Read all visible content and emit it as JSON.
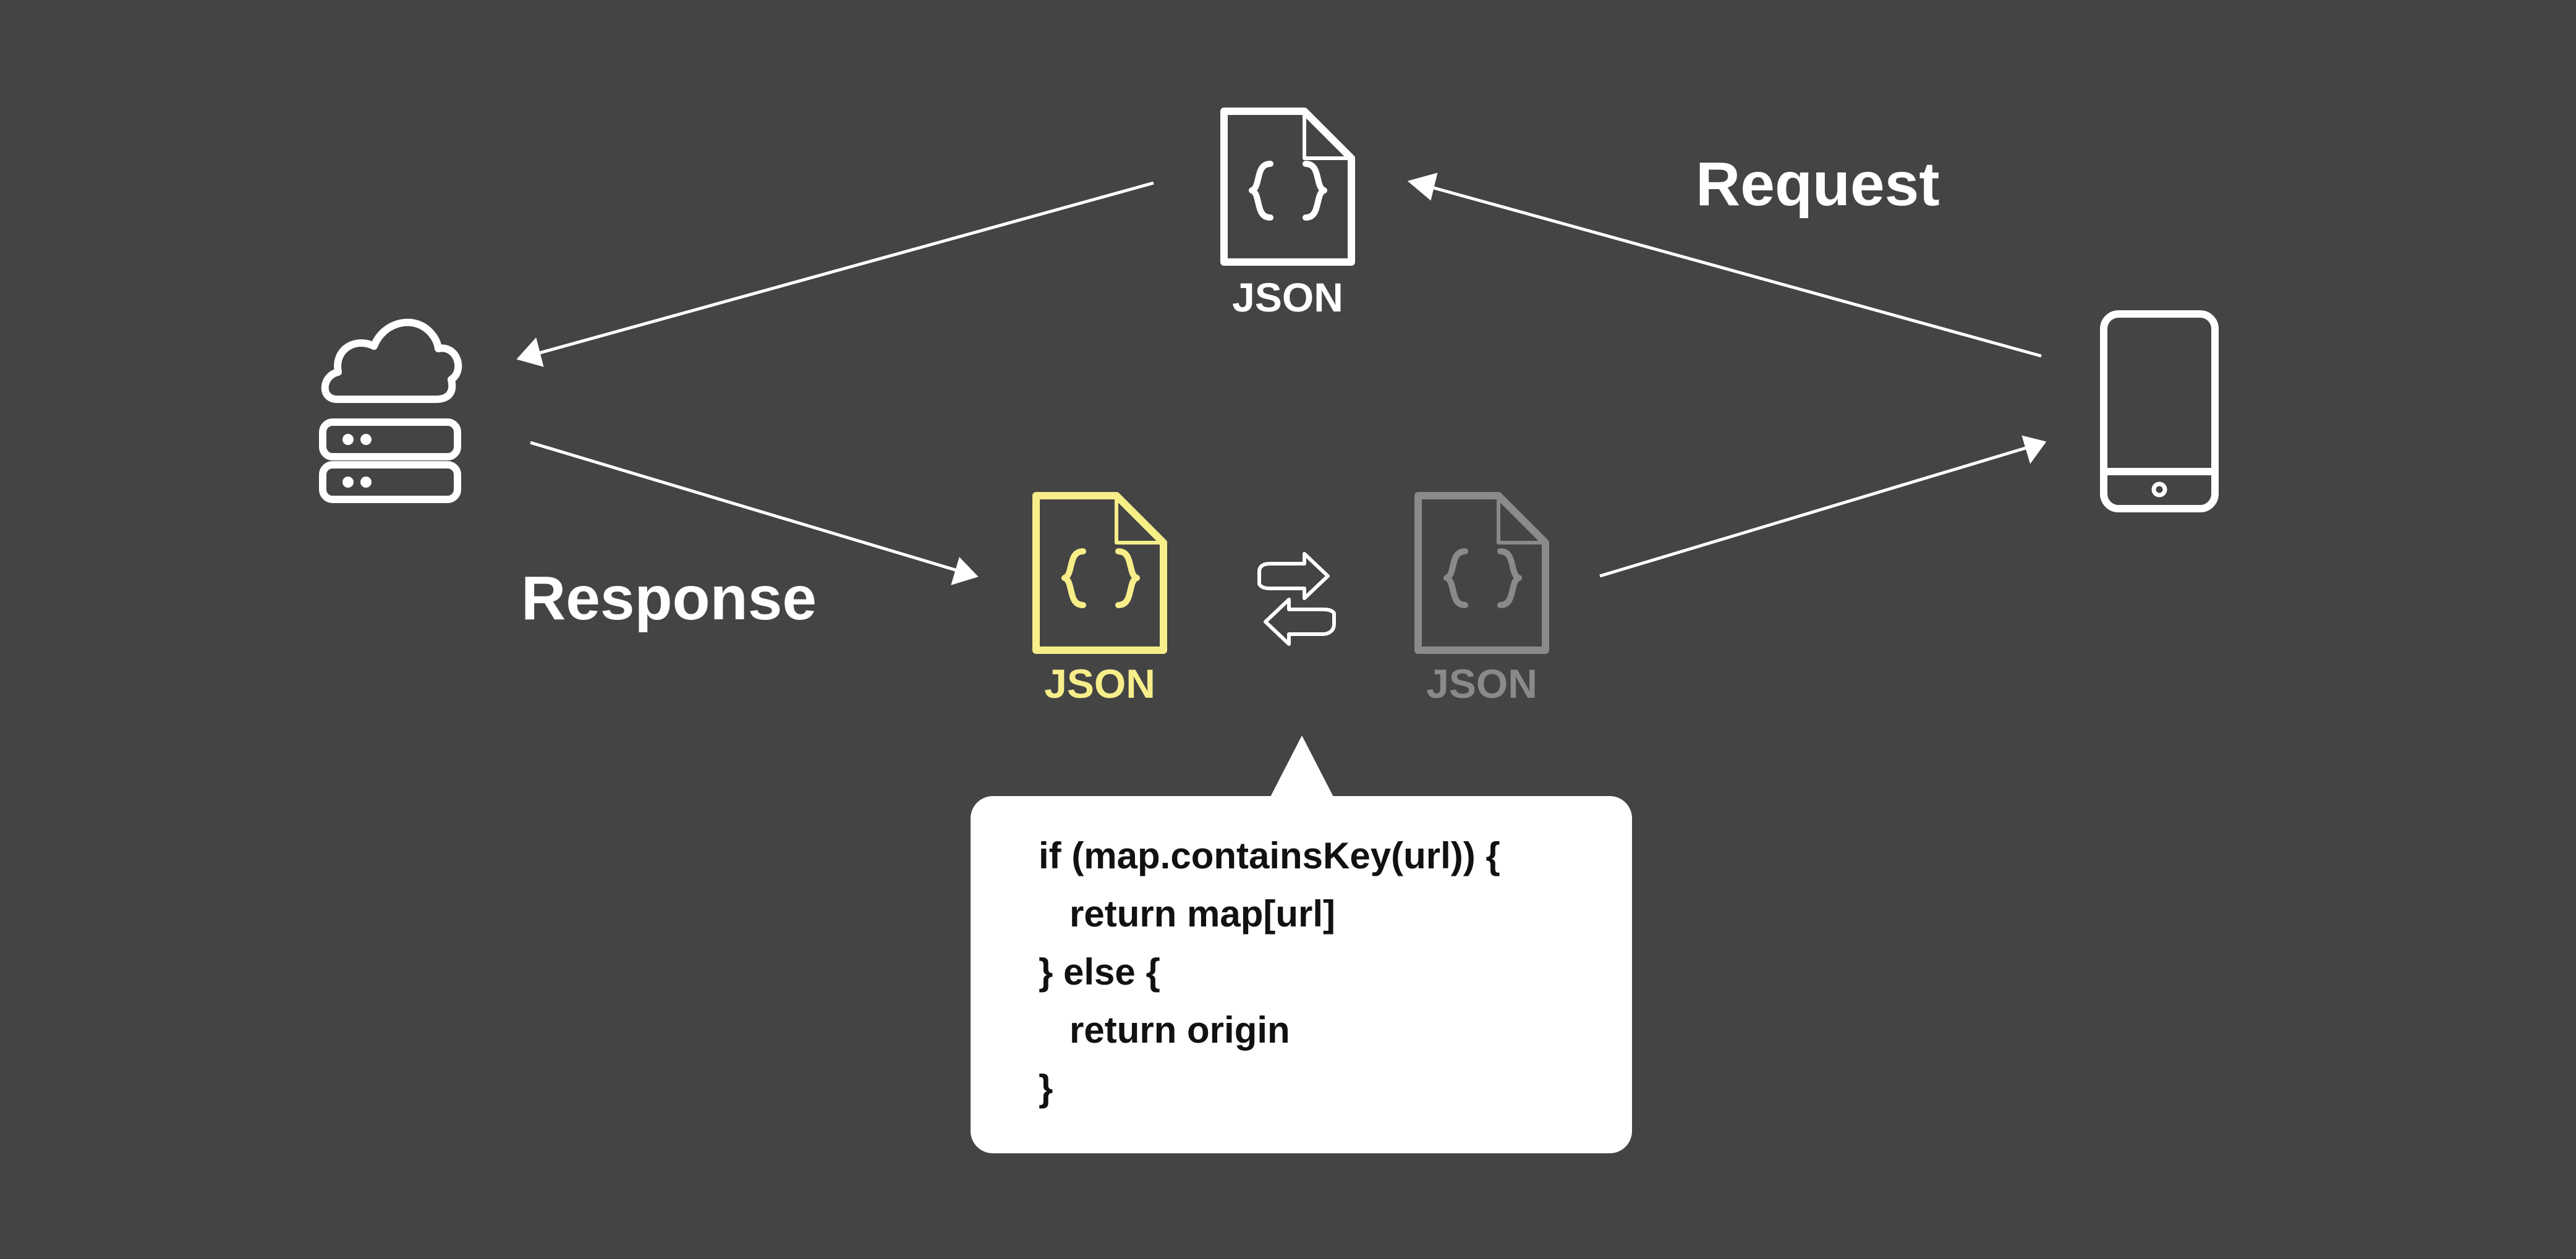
{
  "diagram": {
    "request_label": "Request",
    "response_label": "Response",
    "request_json": {
      "label": "JSON",
      "color": "#ffffff"
    },
    "cached_json": {
      "label": "JSON",
      "color": "#f7ee8a"
    },
    "origin_json": {
      "label": "JSON",
      "color": "#8a8a8a"
    },
    "icons": {
      "server": "cloud-server-icon",
      "device": "smartphone-icon",
      "swap": "swap-arrows-icon",
      "file": "json-file-icon"
    },
    "colors": {
      "background": "#444444",
      "stroke": "#ffffff",
      "highlight": "#f7ee8a",
      "muted": "#8a8a8a",
      "code_box": "#ffffff",
      "code_text": "#111111"
    }
  },
  "code_snippet": {
    "lines": [
      "if (map.containsKey(url)) {",
      "   return map[url]",
      "} else {",
      "   return origin",
      "}"
    ]
  }
}
